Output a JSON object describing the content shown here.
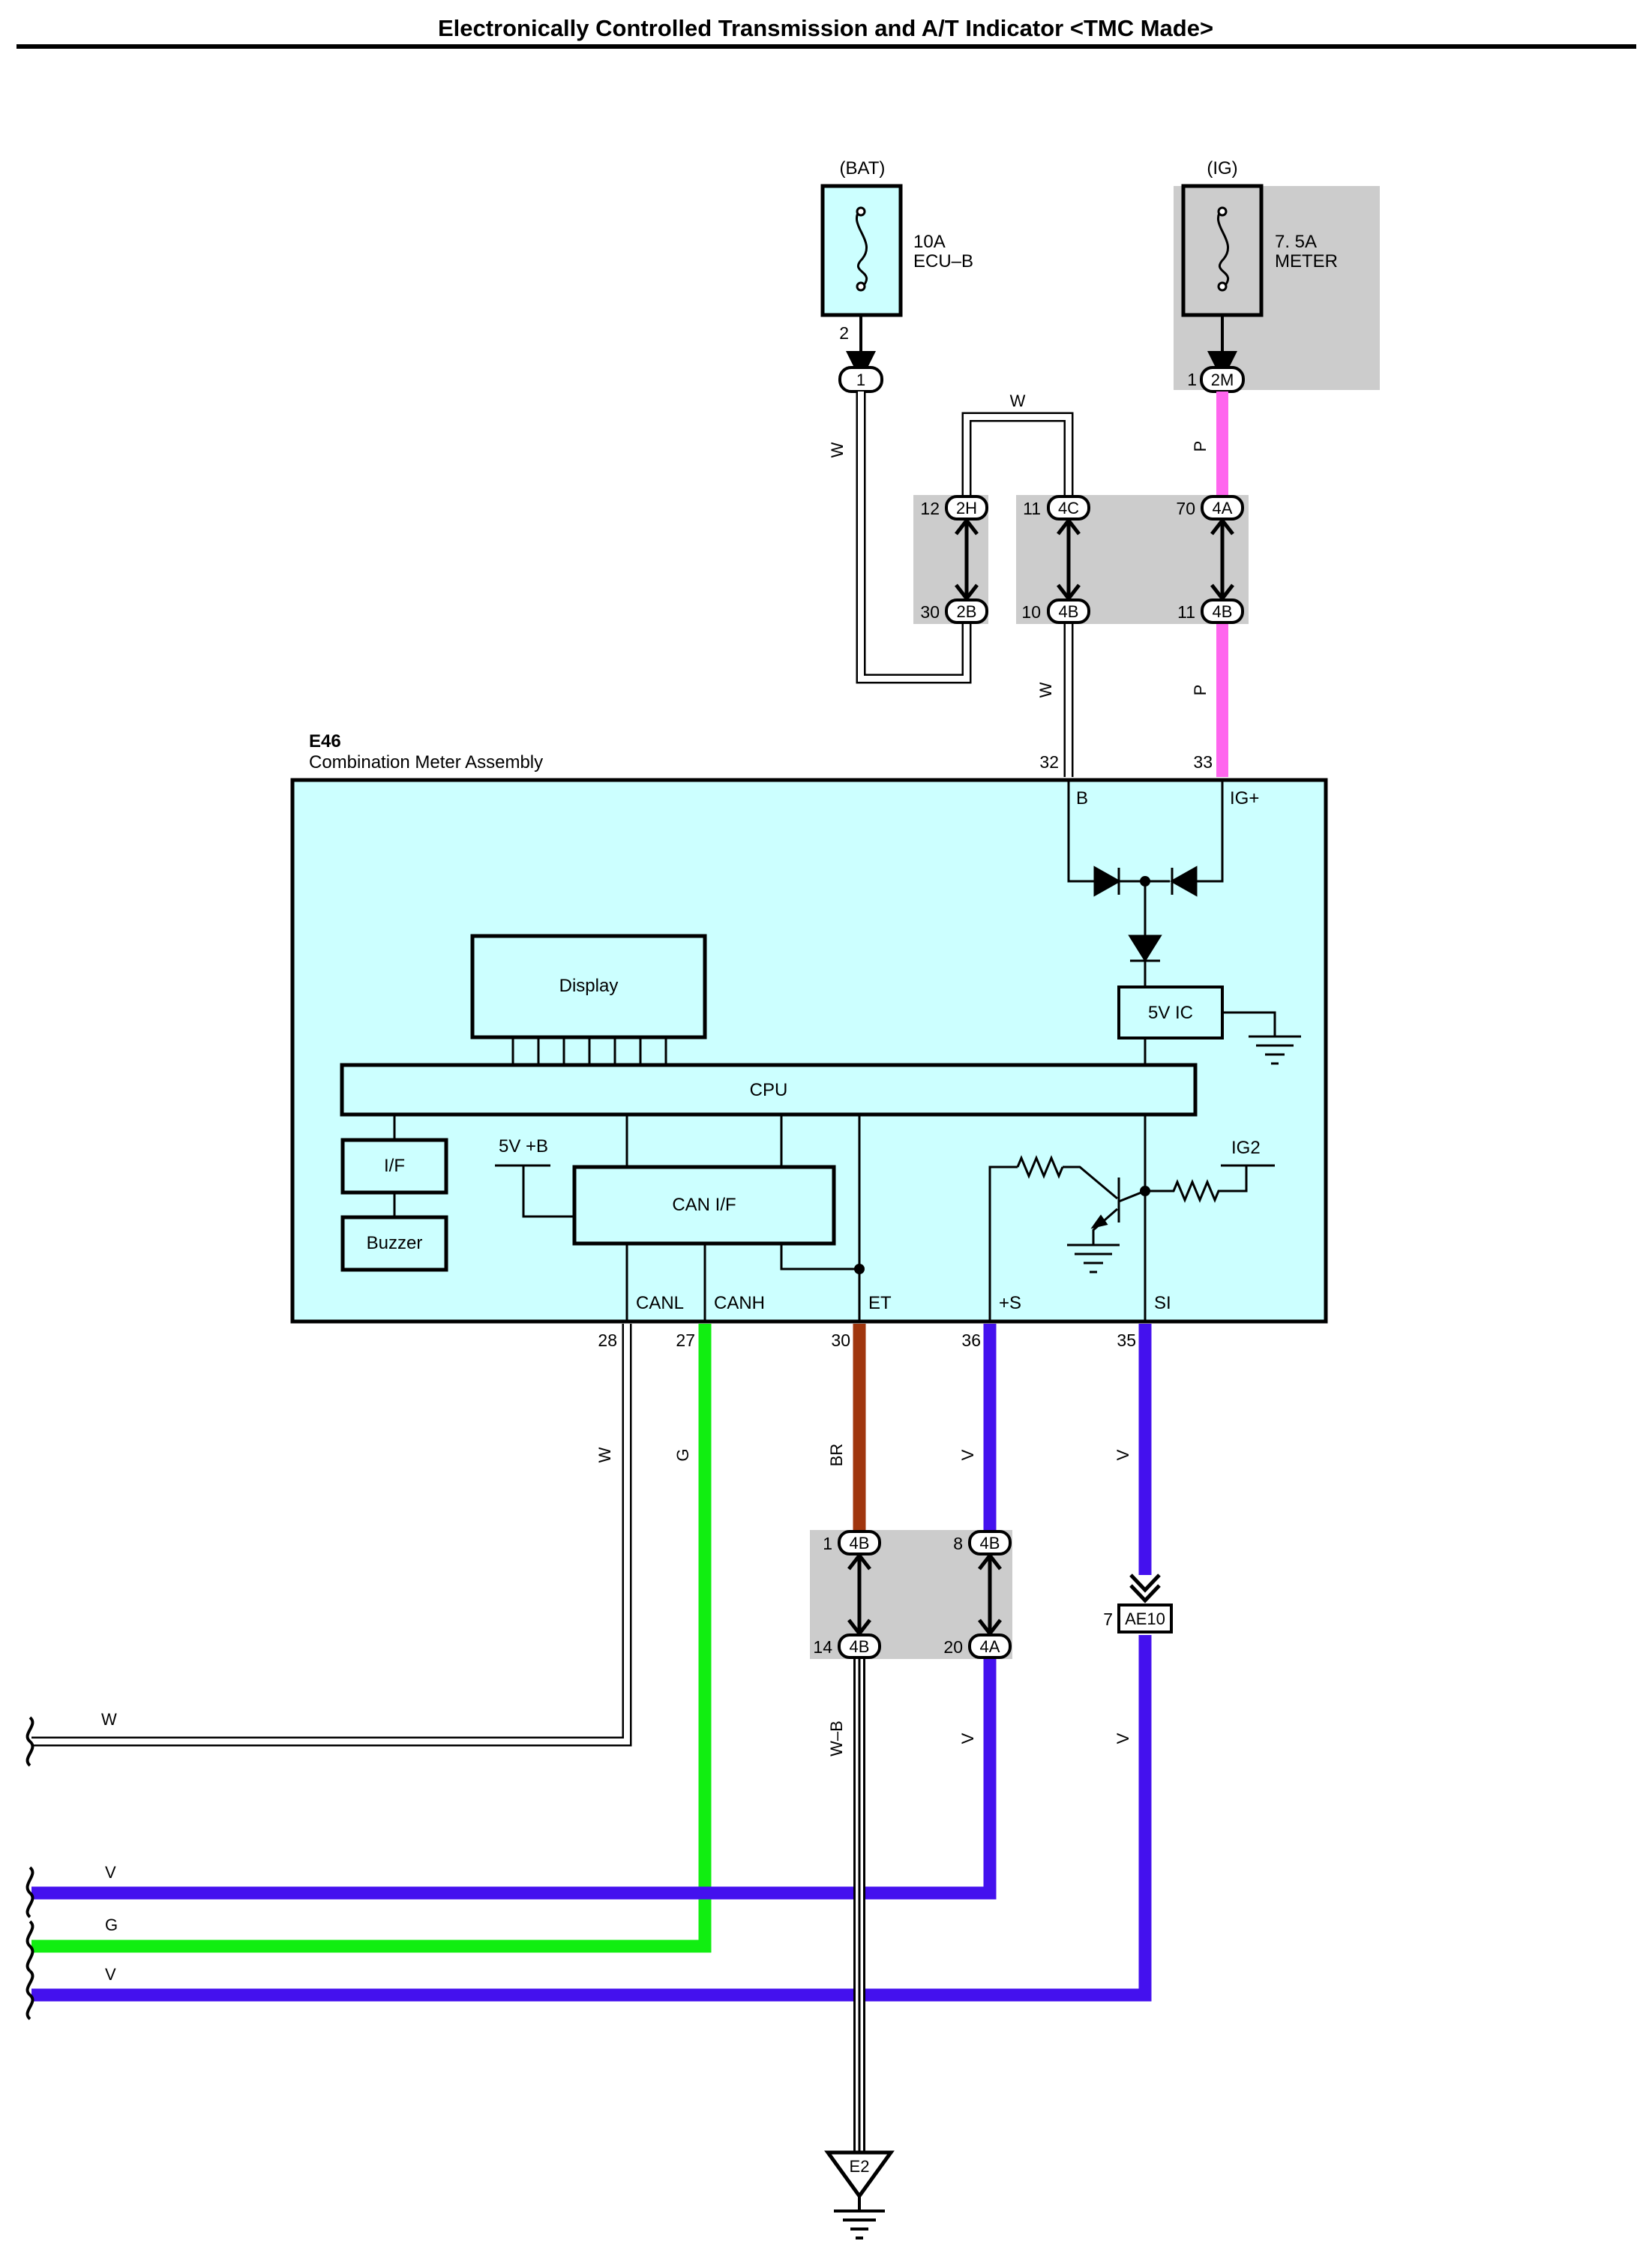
{
  "title": "Electronically Controlled Transmission and A/T Indicator <TMC Made>",
  "fuses": {
    "bat": {
      "source": "(BAT)",
      "rating": "10A",
      "name": "ECU–B",
      "pin": "2",
      "connector": "1"
    },
    "ig": {
      "source": "(IG)",
      "rating": "7. 5A",
      "name": "METER",
      "pin": "1",
      "connector": "2M"
    }
  },
  "junctions": {
    "jc_2h": {
      "pin": "12",
      "tag": "2H"
    },
    "jc_2b": {
      "pin": "30",
      "tag": "2B"
    },
    "jc_4c": {
      "pin": "11",
      "tag": "4C"
    },
    "jc_4b_10": {
      "pin": "10",
      "tag": "4B"
    },
    "jc_4a_70": {
      "pin": "70",
      "tag": "4A"
    },
    "jc_4b_11": {
      "pin": "11",
      "tag": "4B"
    },
    "jc_4b_1": {
      "pin": "1",
      "tag": "4B"
    },
    "jc_4b_14": {
      "pin": "14",
      "tag": "4B"
    },
    "jc_4b_8": {
      "pin": "8",
      "tag": "4B"
    },
    "jc_4a_20": {
      "pin": "20",
      "tag": "4A"
    },
    "ae10": {
      "pin": "7",
      "tag": "AE10"
    }
  },
  "component": {
    "id": "E46",
    "name": "Combination Meter Assembly",
    "pins_top": [
      {
        "num": "32",
        "label": "B"
      },
      {
        "num": "33",
        "label": "IG+"
      }
    ],
    "pins_bottom": [
      {
        "num": "28",
        "label": "CANL"
      },
      {
        "num": "27",
        "label": "CANH"
      },
      {
        "num": "30",
        "label": "ET"
      },
      {
        "num": "36",
        "label": "+S"
      },
      {
        "num": "35",
        "label": "SI"
      }
    ],
    "blocks": {
      "display": "Display",
      "cpu": "CPU",
      "ic5v": "5V IC",
      "if": "I/F",
      "buzzer": "Buzzer",
      "can_if": "CAN I/F",
      "v5b": "5V +B",
      "ig2": "IG2"
    }
  },
  "wire_colors": {
    "w_bat": "W",
    "w_loop": "W",
    "p_top": "P",
    "w_32": "W",
    "p_33": "P",
    "w_28": "W",
    "g_27": "G",
    "br_30": "BR",
    "v_36": "V",
    "v_35": "V",
    "wb_gnd": "W–B",
    "v_20": "V",
    "v_ae10": "V",
    "left_w": "W",
    "left_v1": "V",
    "left_g": "G",
    "left_v2": "V"
  },
  "ground": {
    "tag": "E2"
  },
  "colors": {
    "white_wire": "#ffffff",
    "pink": "#ff66ee",
    "green": "#11ee11",
    "violet": "#4411ee",
    "brown": "#a0360e",
    "cyan": "#ccffff",
    "gray": "#cccccc"
  }
}
